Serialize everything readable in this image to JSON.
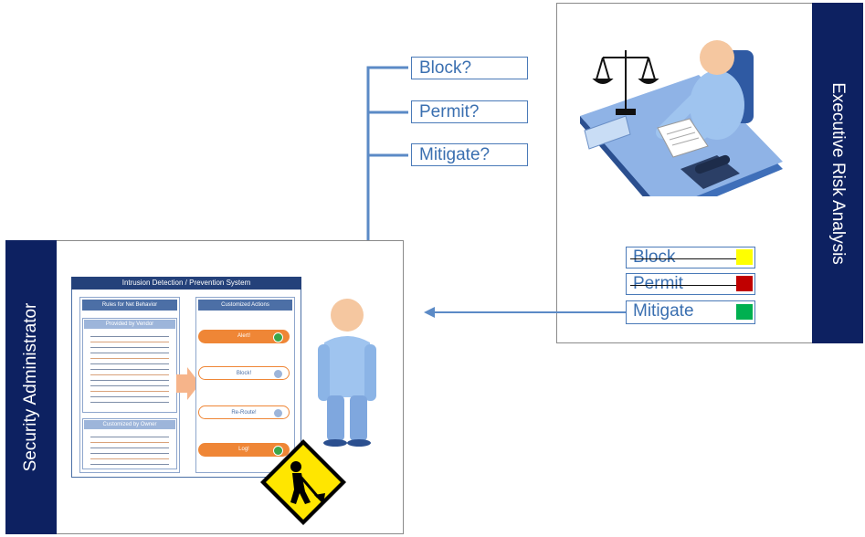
{
  "executive": {
    "title": "Executive Risk Analysis",
    "decisions": [
      {
        "label": "Block",
        "color": "#ffff00",
        "struck": true
      },
      {
        "label": "Permit",
        "color": "#c00000",
        "struck": true
      },
      {
        "label": "Mitigate",
        "color": "#00b050",
        "struck": false
      }
    ]
  },
  "questions": [
    "Block?",
    "Permit?",
    "Mitigate?"
  ],
  "admin": {
    "title": "Security Administrator"
  },
  "ids": {
    "title": "Intrusion Detection / Prevention System",
    "rules_header": "Rules for Net Behavior",
    "provided_by": "Provided by Vendor",
    "customized_by": "Customized by Owner",
    "actions_header": "Customized Actions",
    "actions": [
      "Alert!",
      "Block!",
      "Re-Route!",
      "Log!"
    ]
  },
  "colors": {
    "navy": "#0d2161",
    "connector": "#5b8ac6",
    "orange": "#ef8636",
    "warning_yellow": "#ffe600"
  }
}
